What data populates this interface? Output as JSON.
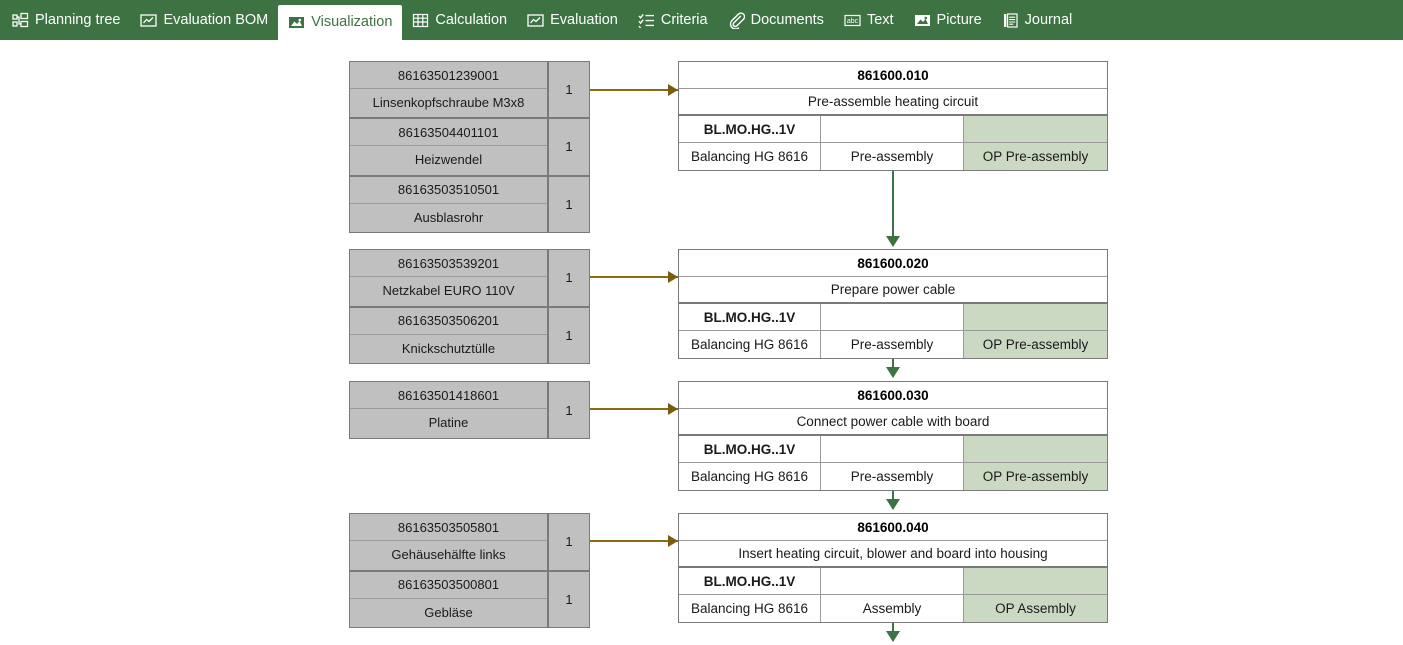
{
  "toolbar": {
    "background": "#3d7242",
    "active_tab_background": "#ffffff",
    "tabs": [
      {
        "label": "Planning tree",
        "icon": "tree-icon",
        "active": false
      },
      {
        "label": "Evaluation BOM",
        "icon": "evaluation-icon",
        "active": false
      },
      {
        "label": "Visualization",
        "icon": "picture-icon",
        "active": true
      },
      {
        "label": "Calculation",
        "icon": "grid-icon",
        "active": false
      },
      {
        "label": "Evaluation",
        "icon": "evaluation-icon",
        "active": false
      },
      {
        "label": "Criteria",
        "icon": "checklist-icon",
        "active": false
      },
      {
        "label": "Documents",
        "icon": "paperclip-icon",
        "active": false
      },
      {
        "label": "Text",
        "icon": "abc-icon",
        "active": false
      },
      {
        "label": "Picture",
        "icon": "picture-icon",
        "active": false
      },
      {
        "label": "Journal",
        "icon": "journal-icon",
        "active": false
      }
    ]
  },
  "diagram": {
    "component_color": "#c0c0c0",
    "operation_highlight_color": "#ccd9c2",
    "horizontal_connector_color": "#8a6a12",
    "vertical_connector_color": "#3d7242",
    "component_groups": [
      {
        "rows": [
          {
            "number": "86163501239001",
            "description": "Linsenkopfschraube  M3x8",
            "quantity": "1"
          },
          {
            "number": "86163504401101",
            "description": "Heizwendel",
            "quantity": "1"
          },
          {
            "number": "86163503510501",
            "description": "Ausblasrohr",
            "quantity": "1"
          }
        ]
      },
      {
        "rows": [
          {
            "number": "86163503539201",
            "description": "Netzkabel EURO 110V",
            "quantity": "1"
          },
          {
            "number": "86163503506201",
            "description": "Knickschutztülle",
            "quantity": "1"
          }
        ]
      },
      {
        "rows": [
          {
            "number": "86163501418601",
            "description": "Platine",
            "quantity": "1"
          }
        ]
      },
      {
        "rows": [
          {
            "number": "86163503505801",
            "description": "Gehäusehälfte links",
            "quantity": "1"
          },
          {
            "number": "86163503500801",
            "description": "Gebläse",
            "quantity": "1"
          }
        ]
      }
    ],
    "operations": [
      {
        "number": "861600.010",
        "description": "Pre-assemble heating circuit",
        "resource_code": "BL.MO.HG..1V",
        "cost_center": "Balancing HG 8616",
        "operation_type": "Pre-assembly",
        "operation_label": "OP Pre-assembly"
      },
      {
        "number": "861600.020",
        "description": "Prepare power cable",
        "resource_code": "BL.MO.HG..1V",
        "cost_center": "Balancing HG 8616",
        "operation_type": "Pre-assembly",
        "operation_label": "OP Pre-assembly"
      },
      {
        "number": "861600.030",
        "description": "Connect power cable with board",
        "resource_code": "BL.MO.HG..1V",
        "cost_center": "Balancing HG 8616",
        "operation_type": "Pre-assembly",
        "operation_label": "OP Pre-assembly"
      },
      {
        "number": "861600.040",
        "description": "Insert heating circuit, blower and board into housing",
        "resource_code": "BL.MO.HG..1V",
        "cost_center": "Balancing HG 8616",
        "operation_type": "Assembly",
        "operation_label": "OP Assembly"
      }
    ]
  }
}
